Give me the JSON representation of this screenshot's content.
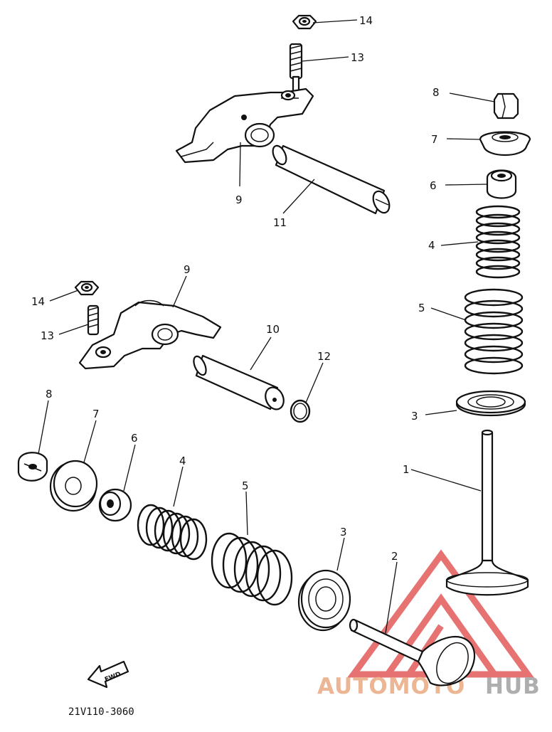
{
  "callouts": {
    "top_14": "14",
    "top_13": "13",
    "top_9": "9",
    "top_11": "11",
    "right_8": "8",
    "right_7": "7",
    "right_6": "6",
    "right_4": "4",
    "right_5": "5",
    "right_3": "3",
    "right_1": "1",
    "mid_9": "9",
    "mid_14": "14",
    "mid_13": "13",
    "mid_10": "10",
    "mid_12": "12",
    "bot_8": "8",
    "bot_7": "7",
    "bot_6": "6",
    "bot_4": "4",
    "bot_5": "5",
    "bot_3": "3",
    "bot_2": "2"
  },
  "fwd_arrow_text": "FWD",
  "diagram_code": "21V110-3060",
  "watermark": {
    "text_part1": "AUTOMOTO",
    "text_part2": "HUB",
    "color_primary": "#e8a47a",
    "color_secondary": "#9a9a9a",
    "triangle_color": "#e05050"
  }
}
